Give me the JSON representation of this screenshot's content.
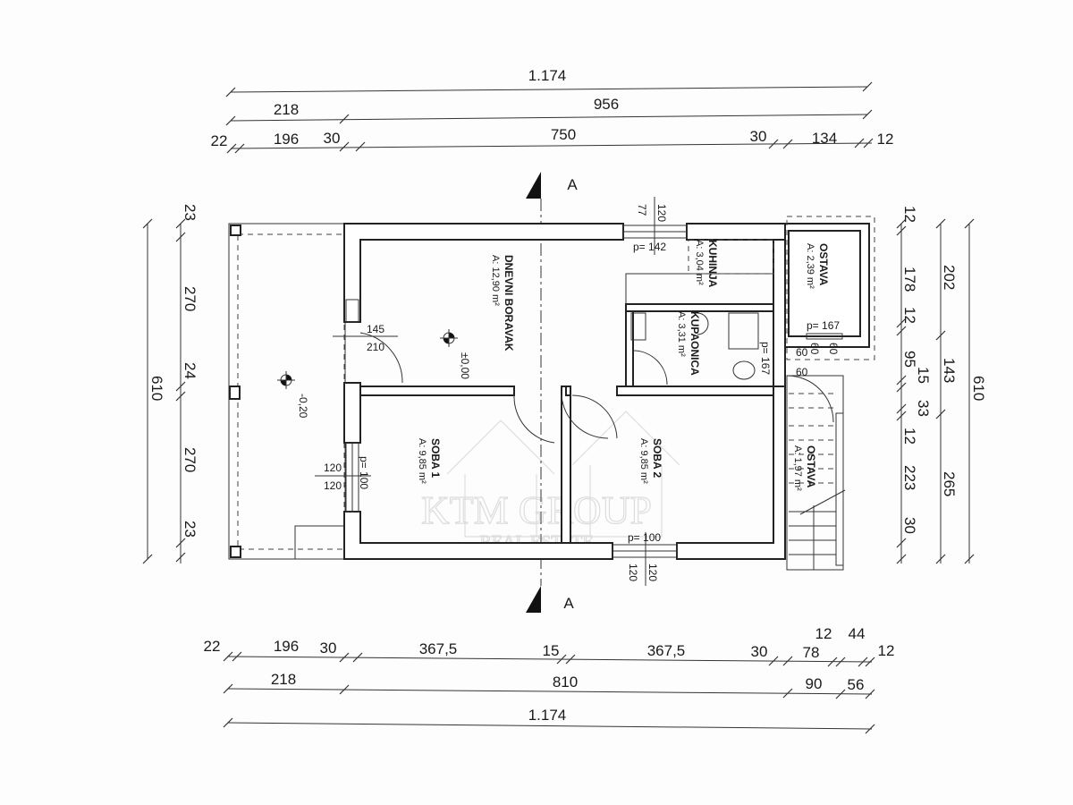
{
  "top_dims": {
    "total": "1.174",
    "row2": [
      "218",
      "956"
    ],
    "row3": [
      "22",
      "196",
      "30",
      "750",
      "30",
      "134",
      "12"
    ]
  },
  "bottom_dims": {
    "row1": [
      "22",
      "196",
      "30",
      "367,5",
      "15",
      "367,5",
      "30",
      "78",
      "12",
      "44",
      "12"
    ],
    "row2": [
      "218",
      "810",
      "90",
      "56"
    ],
    "total": "1.174"
  },
  "left_dims": {
    "inner": [
      "23",
      "270",
      "24",
      "270",
      "23"
    ],
    "total": "610"
  },
  "right_dims": {
    "inner": [
      "12",
      "178",
      "12",
      "95",
      "15",
      "33",
      "12",
      "223",
      "30"
    ],
    "middle": [
      "202",
      "143",
      "265"
    ],
    "total": "610"
  },
  "section_marker": "A",
  "rooms": [
    {
      "name": "DNEVNI BORAVAK",
      "area": "A: 12,90 m²"
    },
    {
      "name": "KUHINJA",
      "area": "A: 3,04 m²"
    },
    {
      "name": "KUPAONICA",
      "area": "A: 3,31 m²"
    },
    {
      "name": "OSTAVA",
      "area": "A: 2,39 m²"
    },
    {
      "name": "SOBA 1",
      "area": "A: 9,85 m²"
    },
    {
      "name": "SOBA 2",
      "area": "A: 9,85 m²"
    },
    {
      "name": "OSTAVA",
      "area": "A: 1,97 m²"
    }
  ],
  "levels": {
    "living": "±0,00",
    "terrace": "-0,20"
  },
  "openings": {
    "top_window": {
      "w": "77",
      "h": "120",
      "p": "p= 142"
    },
    "entry_door": {
      "w": "145",
      "h": "210"
    },
    "soba1_window": {
      "w": "120",
      "h": "120",
      "p": "p= 100"
    },
    "soba2_window": {
      "w": "120",
      "h": "120",
      "p": "p= 100"
    },
    "ostava_window": {
      "p": "p= 167"
    },
    "bath_window": {
      "p": "p= 167",
      "a": "60",
      "b": "60",
      "c": "60",
      "d": "60"
    }
  },
  "watermark": {
    "line1": "KTM GROUP",
    "line2": "REAL ESTATE"
  }
}
